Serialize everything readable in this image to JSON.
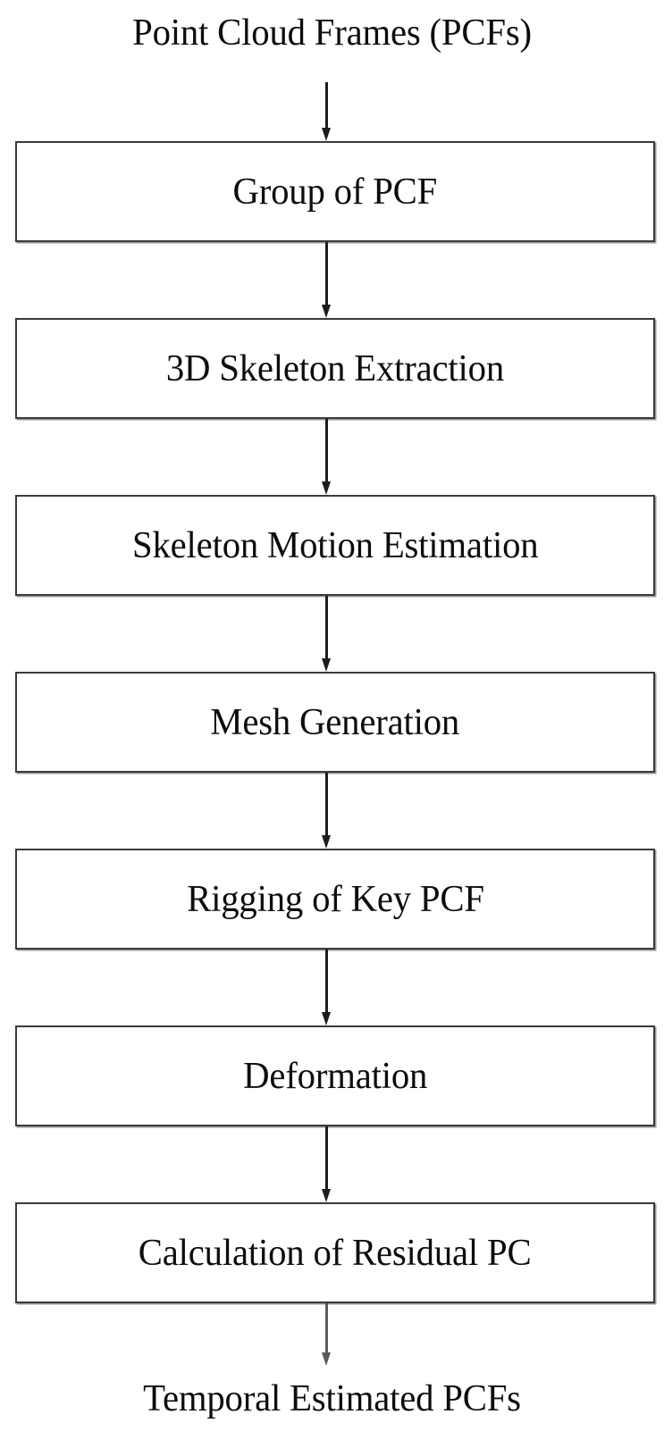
{
  "diagram": {
    "title_top": "Point Cloud Frames (PCFs)",
    "title_bottom": "Temporal Estimated PCFs",
    "colors": {
      "box_border": "#3a3a3a",
      "box_fill": "#ffffff",
      "box_shadow": "#9a9a9a",
      "text": "#0d0d0d",
      "arrow": "#1c1c1c",
      "arrow_final": "#5a5a5a",
      "background": "#ffffff"
    },
    "input_label": "Point Cloud Frames (PCFs)",
    "output_label": "Temporal Estimated PCFs",
    "steps": [
      {
        "index": 1,
        "label": "Group of PCF"
      },
      {
        "index": 2,
        "label": "3D Skeleton Extraction"
      },
      {
        "index": 3,
        "label": "Skeleton Motion Estimation"
      },
      {
        "index": 4,
        "label": "Mesh Generation"
      },
      {
        "index": 5,
        "label": "Rigging of Key PCF"
      },
      {
        "index": 6,
        "label": "Deformation"
      },
      {
        "index": 7,
        "label": "Calculation of Residual PC"
      }
    ],
    "arrows": [
      {
        "index": 0,
        "from": "Point Cloud Frames (PCFs)",
        "to": "Group of PCF"
      },
      {
        "index": 1,
        "from": "Group of PCF",
        "to": "3D Skeleton Extraction"
      },
      {
        "index": 2,
        "from": "3D Skeleton Extraction",
        "to": "Skeleton Motion Estimation"
      },
      {
        "index": 3,
        "from": "Skeleton Motion Estimation",
        "to": "Mesh Generation"
      },
      {
        "index": 4,
        "from": "Mesh Generation",
        "to": "Rigging of Key PCF"
      },
      {
        "index": 5,
        "from": "Rigging of Key PCF",
        "to": "Deformation"
      },
      {
        "index": 6,
        "from": "Deformation",
        "to": "Calculation of Residual PC"
      },
      {
        "index": 7,
        "from": "Calculation of Residual PC",
        "to": "Temporal Estimated PCFs"
      }
    ]
  }
}
